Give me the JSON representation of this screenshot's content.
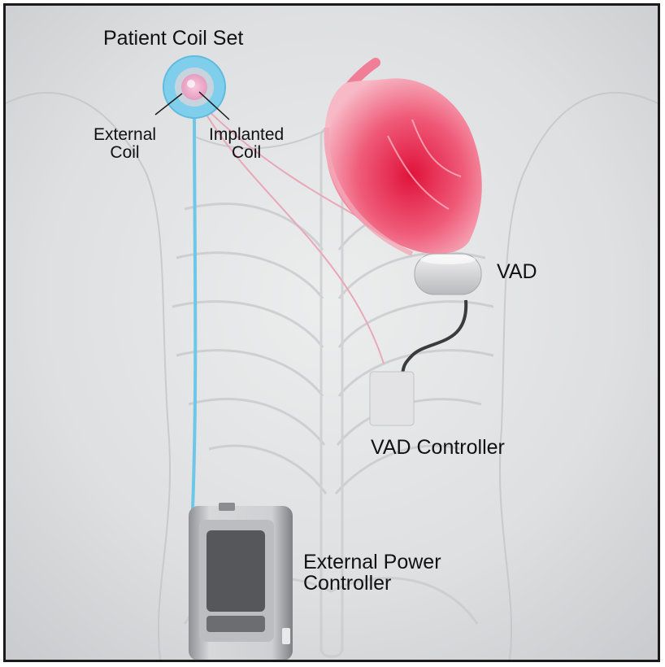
{
  "labels": {
    "patient_coil_set": "Patient Coil Set",
    "external_coil_line1": "External",
    "external_coil_line2": "Coil",
    "implanted_coil_line1": "Implanted",
    "implanted_coil_line2": "Coil",
    "vad": "VAD",
    "vad_controller": "VAD Controller",
    "external_power_line1": "External Power",
    "external_power_line2": "Controller"
  },
  "colors": {
    "background": "#d9dadc",
    "coil_blue": "#6cc7e8",
    "heart_red": "#e8384f",
    "cable_pink": "#e59aae",
    "device_gray": "#d2d3d6"
  }
}
